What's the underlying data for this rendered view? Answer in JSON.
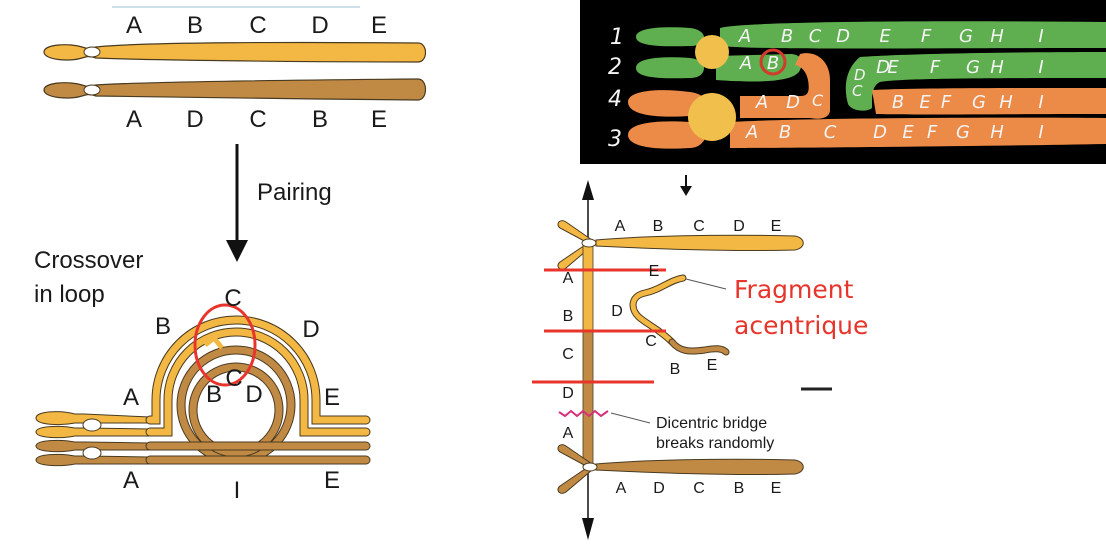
{
  "colors": {
    "light_chromosome": "#f2b843",
    "dark_chromosome": "#c08a45",
    "outline": "#4a3a20",
    "highlight_red": "#e8352b",
    "break_pink": "#d6307a",
    "photo_bg": "#000000",
    "green_chromosome": "#5fae4f",
    "orange_chromosome": "#ec8a47",
    "centromere_yellow": "#f0bf4c"
  },
  "panel_top_left": {
    "normal_genes": [
      "A",
      "B",
      "C",
      "D",
      "E"
    ],
    "inverted_genes": [
      "A",
      "D",
      "C",
      "B",
      "E"
    ],
    "arrow_label": "Pairing"
  },
  "panel_bottom_left": {
    "title_line1": "Crossover",
    "title_line2": "in loop",
    "outer_labels": {
      "top": "C",
      "left_upper": "B",
      "right_upper": "D",
      "left": "A",
      "right": "E"
    },
    "inner_labels": {
      "left": "B",
      "center": "C",
      "right": "D"
    },
    "bottom_labels": {
      "left": "A",
      "center": "I",
      "right": "E"
    }
  },
  "panel_photo": {
    "row_numbers": [
      "1",
      "2",
      "4",
      "3"
    ],
    "row1_genes": [
      "A",
      "B",
      "C",
      "D",
      "E",
      "F",
      "G",
      "H",
      "I"
    ],
    "row2_left_genes": [
      "A",
      "B"
    ],
    "row2_loop_gene": "C",
    "row2_right_genes": [
      "D",
      "E",
      "F",
      "G",
      "H",
      "I"
    ],
    "row2_right_loop_genes": [
      "D",
      "C"
    ],
    "row4_left_genes": [
      "A",
      "D"
    ],
    "row4_right_genes": [
      "B",
      "E",
      "F",
      "G",
      "H",
      "I"
    ],
    "row3_genes": [
      "A",
      "B",
      "C",
      "D",
      "E",
      "F",
      "G",
      "H",
      "I"
    ]
  },
  "panel_right": {
    "top_genes": [
      "A",
      "B",
      "C",
      "D",
      "E"
    ],
    "bottom_genes": [
      "A",
      "D",
      "C",
      "B",
      "E"
    ],
    "bridge_labels": [
      "A",
      "B",
      "C",
      "D",
      "A"
    ],
    "fragment_labels": {
      "e_top": "E",
      "d": "D",
      "c": "C",
      "b": "B",
      "e_bottom": "E"
    },
    "fragment_title_line1": "Fragment",
    "fragment_title_line2": "acentrique",
    "bridge_note_line1": "Dicentric bridge",
    "bridge_note_line2": "breaks randomly"
  }
}
